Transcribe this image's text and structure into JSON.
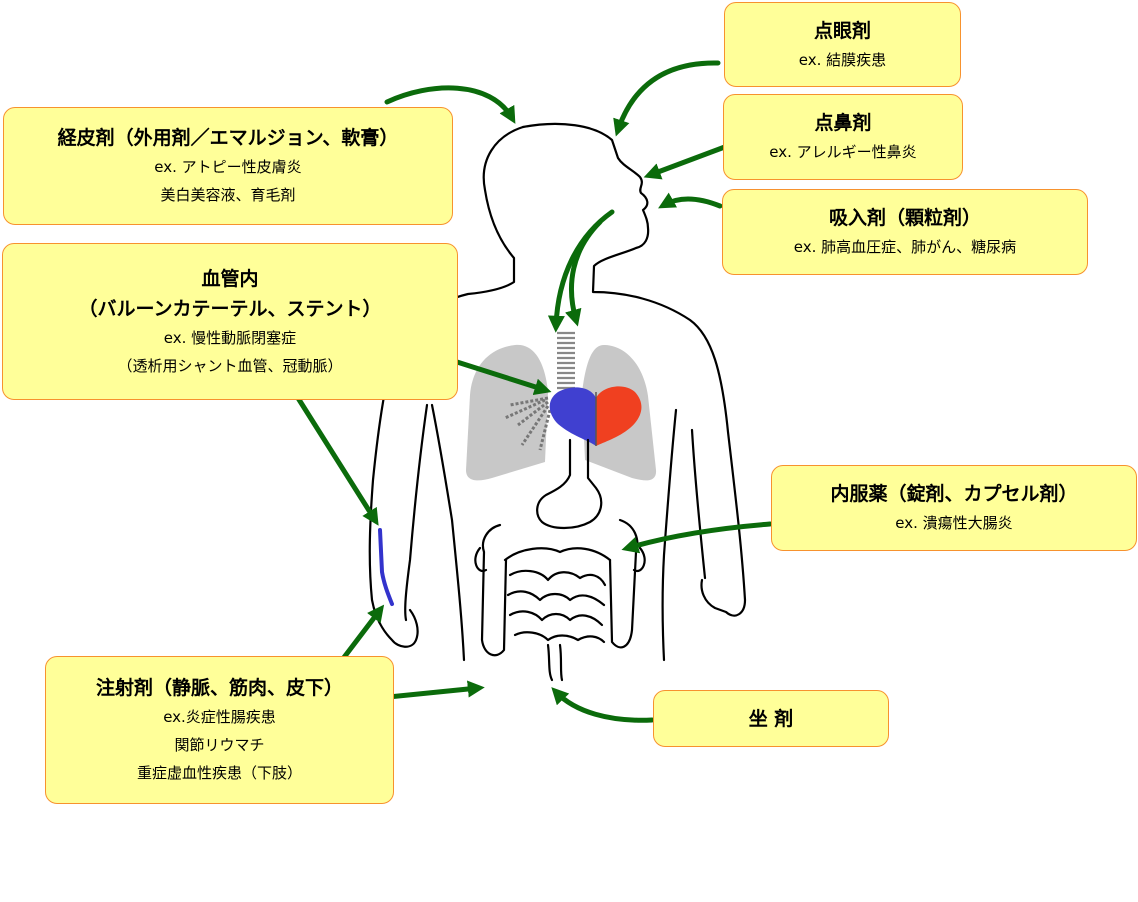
{
  "colors": {
    "box_fill": "#ffff99",
    "box_border": "#f7922e",
    "arrow": "#0b6b0b",
    "heart_left": "#4040d0",
    "heart_right": "#f04020",
    "vessel": "#3333cc",
    "lung": "#c8c8c8"
  },
  "labels": {
    "eye_drops": {
      "title": "点眼剤",
      "lines": [
        "ex. 結膜疾患"
      ]
    },
    "nasal_drops": {
      "title": "点鼻剤",
      "lines": [
        "ex. アレルギー性鼻炎"
      ]
    },
    "inhalation": {
      "title": "吸入剤（顆粒剤）",
      "lines": [
        "ex. 肺高血圧症、肺がん、糖尿病"
      ]
    },
    "transdermal": {
      "title": "経皮剤（外用剤／エマルジョン、軟膏）",
      "lines": [
        "ex. アトピー性皮膚炎",
        "美白美容液、育毛剤"
      ]
    },
    "intravascular": {
      "title": "血管内",
      "title2": "（バルーンカテーテル、ステント）",
      "lines": [
        "ex. 慢性動脈閉塞症",
        "（透析用シャント血管、冠動脈）"
      ]
    },
    "oral": {
      "title": "内服薬（錠剤、カプセル剤）",
      "lines": [
        "ex. 潰瘍性大腸炎"
      ]
    },
    "injection": {
      "title": "注射剤（静脈、筋肉、皮下）",
      "lines": [
        "ex.炎症性腸疾患",
        "関節リウマチ",
        "重症虚血性疾患（下肢）"
      ]
    },
    "suppository": {
      "title": "坐 剤",
      "lines": []
    }
  }
}
